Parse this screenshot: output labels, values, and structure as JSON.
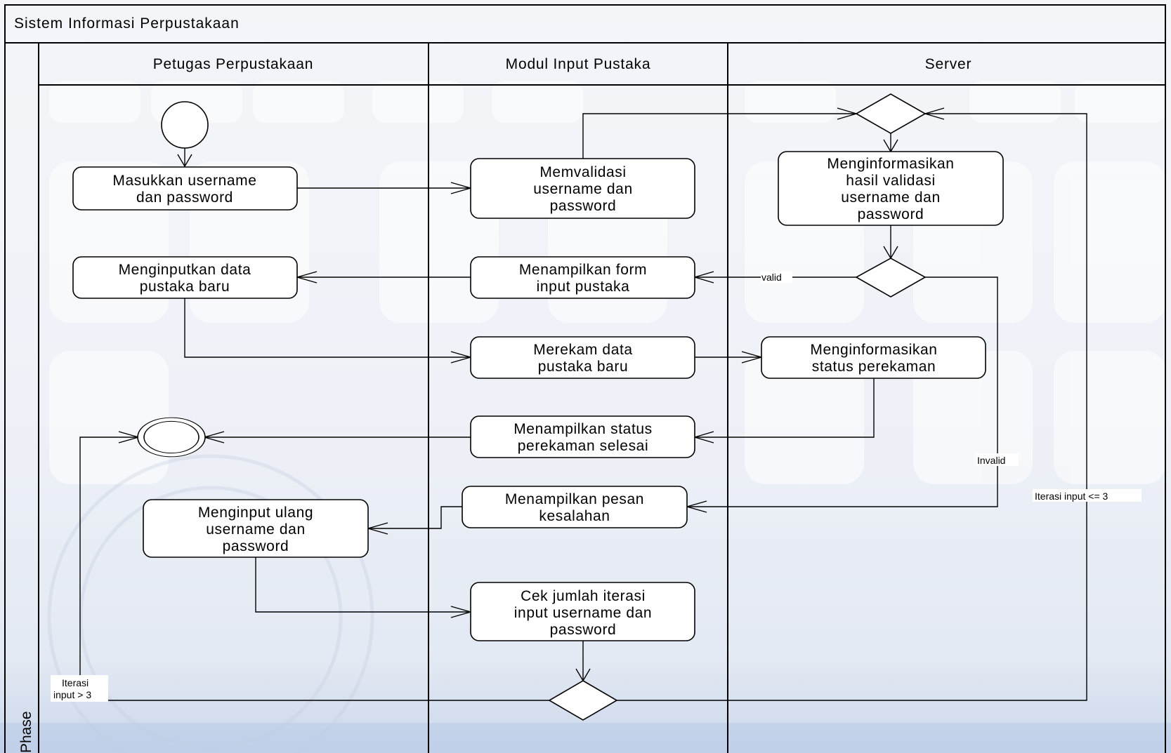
{
  "diagram": {
    "title": "Sistem Informasi Perpustakaan",
    "phase_label": "Phase",
    "lanes": [
      {
        "id": "lane-petugas",
        "title": "Petugas Perpustakaan"
      },
      {
        "id": "lane-modul",
        "title": "Modul Input Pustaka"
      },
      {
        "id": "lane-server",
        "title": "Server"
      }
    ],
    "nodes": {
      "masukkan_username": {
        "lines": [
          "Masukkan username",
          "dan password"
        ]
      },
      "memvalidasi": {
        "lines": [
          "Memvalidasi",
          "username dan",
          "password"
        ]
      },
      "menginformasikan_validasi": {
        "lines": [
          "Menginformasikan",
          "hasil validasi",
          "username dan",
          "password"
        ]
      },
      "menginputkan_data": {
        "lines": [
          "Menginputkan data",
          "pustaka baru"
        ]
      },
      "menampilkan_form": {
        "lines": [
          "Menampilkan form",
          "input pustaka"
        ]
      },
      "merekam_data": {
        "lines": [
          "Merekam data",
          "pustaka baru"
        ]
      },
      "menginformasikan_status": {
        "lines": [
          "Menginformasikan",
          "status perekaman"
        ]
      },
      "menampilkan_status": {
        "lines": [
          "Menampilkan status",
          "perekaman selesai"
        ]
      },
      "menampilkan_pesan": {
        "lines": [
          "Menampilkan pesan",
          "kesalahan"
        ]
      },
      "menginput_ulang": {
        "lines": [
          "Menginput ulang",
          "username dan",
          "password"
        ]
      },
      "cek_jumlah": {
        "lines": [
          "Cek jumlah iterasi",
          "input username dan",
          "password"
        ]
      }
    },
    "edge_labels": {
      "valid": "valid",
      "invalid": "Invalid",
      "iterasi_lte": "Iterasi input <= 3",
      "iterasi_gt": [
        "Iterasi",
        "input > 3"
      ]
    }
  }
}
